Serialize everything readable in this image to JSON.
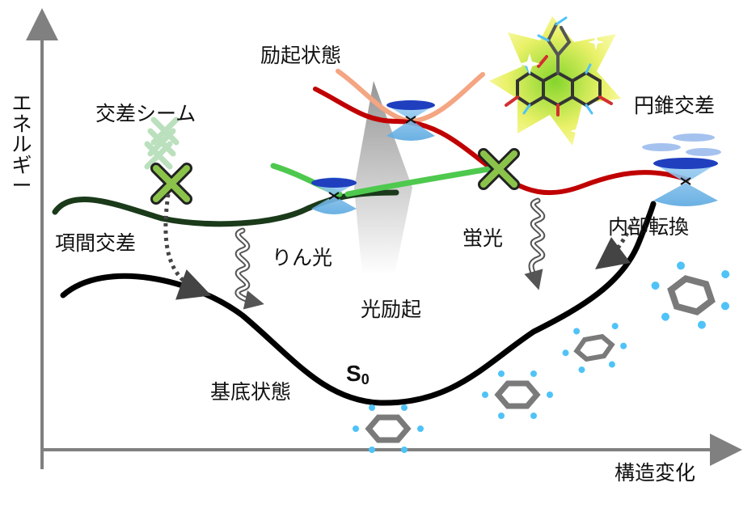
{
  "axes": {
    "x_label": "構造変化",
    "y_label": "エネルギー"
  },
  "labels": {
    "excited_state": "励起状態",
    "crossing_seam": "交差シーム",
    "conical_intersection": "円錐交差",
    "intersystem_crossing": "項間交差",
    "phosphorescence": "りん光",
    "photoexcitation": "光励起",
    "fluorescence": "蛍光",
    "internal_conversion": "内部転換",
    "ground_state": "基底状態",
    "s0_main": "S",
    "s0_sub": "0"
  },
  "colors": {
    "ground_state_curve": "#000000",
    "excited_state_curve": "#c00000",
    "upper_excited_curve": "#f4a582",
    "triplet_curve_dark": "#1a3a1a",
    "triplet_curve_light": "#4ec94e",
    "crossing_mark": "#8bc34a",
    "cone_blue": "#1f3fbf",
    "cone_light": "#8ec5f0",
    "molecule_carbon": "#808080",
    "molecule_hydrogen": "#4fc3f7",
    "molecule_oxygen": "#d32f2f"
  },
  "icons": [
    "crossing-x-icon",
    "conical-intersection-icon",
    "wavy-arrow-icon",
    "dotted-arrow-icon",
    "benzene-molecule-icon",
    "fluorescein-molecule-icon"
  ]
}
